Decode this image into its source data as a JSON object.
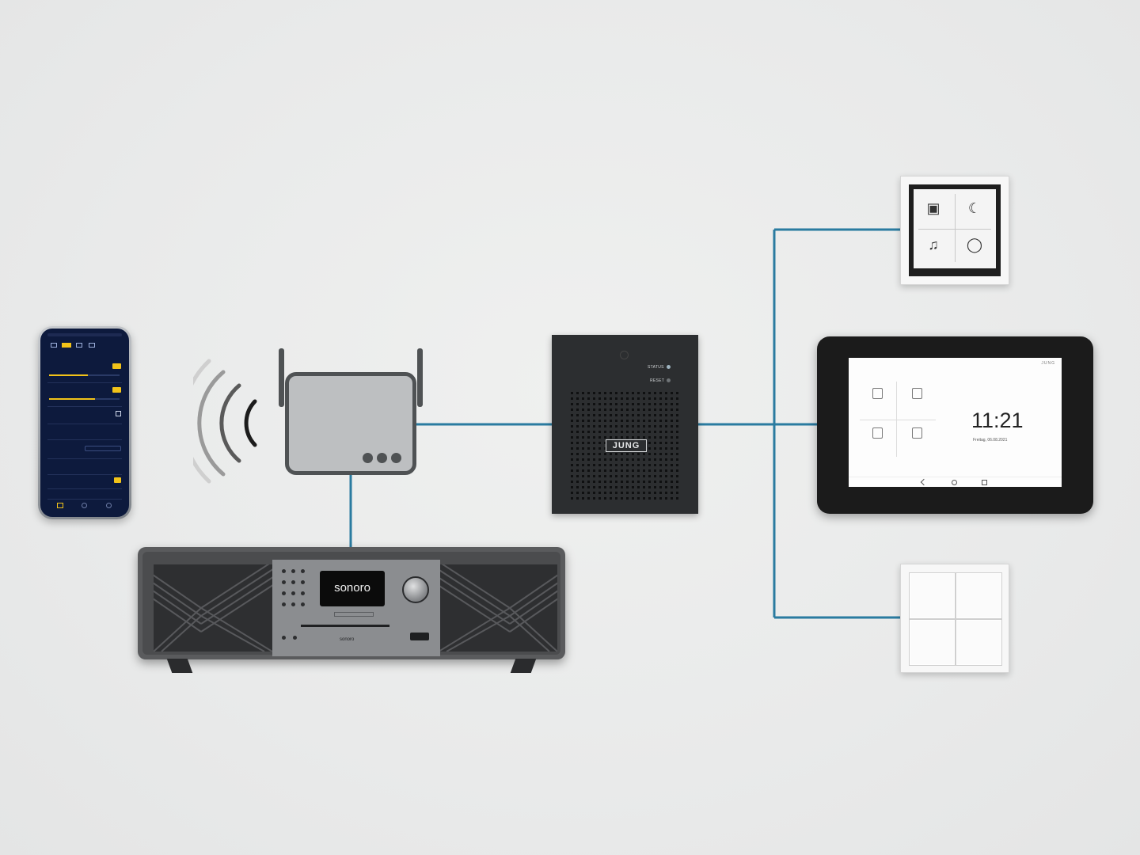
{
  "colors": {
    "background": "#ebecec",
    "connection_line": "#2a7ba0",
    "device_dark": "#2c2e30",
    "router_outline": "#4f5254",
    "router_fill": "#bdbfc1",
    "phone_screen": "#0d1a3d",
    "phone_accent": "#f2c319"
  },
  "nodes": {
    "smartphone": {
      "icon": "smartphone-app"
    },
    "wifi": {
      "icon": "wifi-signal-icon"
    },
    "router": {
      "icon": "wlan-router-icon"
    },
    "server": {
      "status_label": "STATUS",
      "reset_label": "RESET",
      "brand": "JUNG"
    },
    "panel_scenes": {
      "icons": [
        "scene-icon",
        "moon-icon",
        "music-icon",
        "dining-icon"
      ]
    },
    "tablet": {
      "clock": "11:21",
      "date": "Freitag, 06.08.2021",
      "brand": "JUNG"
    },
    "switch": {
      "icon": "four-key-switch"
    },
    "radio": {
      "display_brand": "sonoro",
      "front_brand": "sonoro"
    }
  }
}
